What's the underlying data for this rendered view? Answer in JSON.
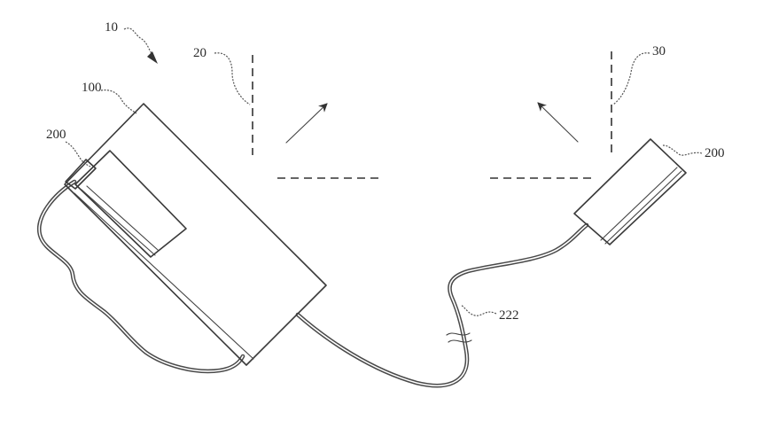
{
  "labels": {
    "system": "10",
    "plane_left": "20",
    "plane_right": "30",
    "main_device": "100",
    "clip_left": "200",
    "clip_right": "200",
    "cable": "222"
  }
}
